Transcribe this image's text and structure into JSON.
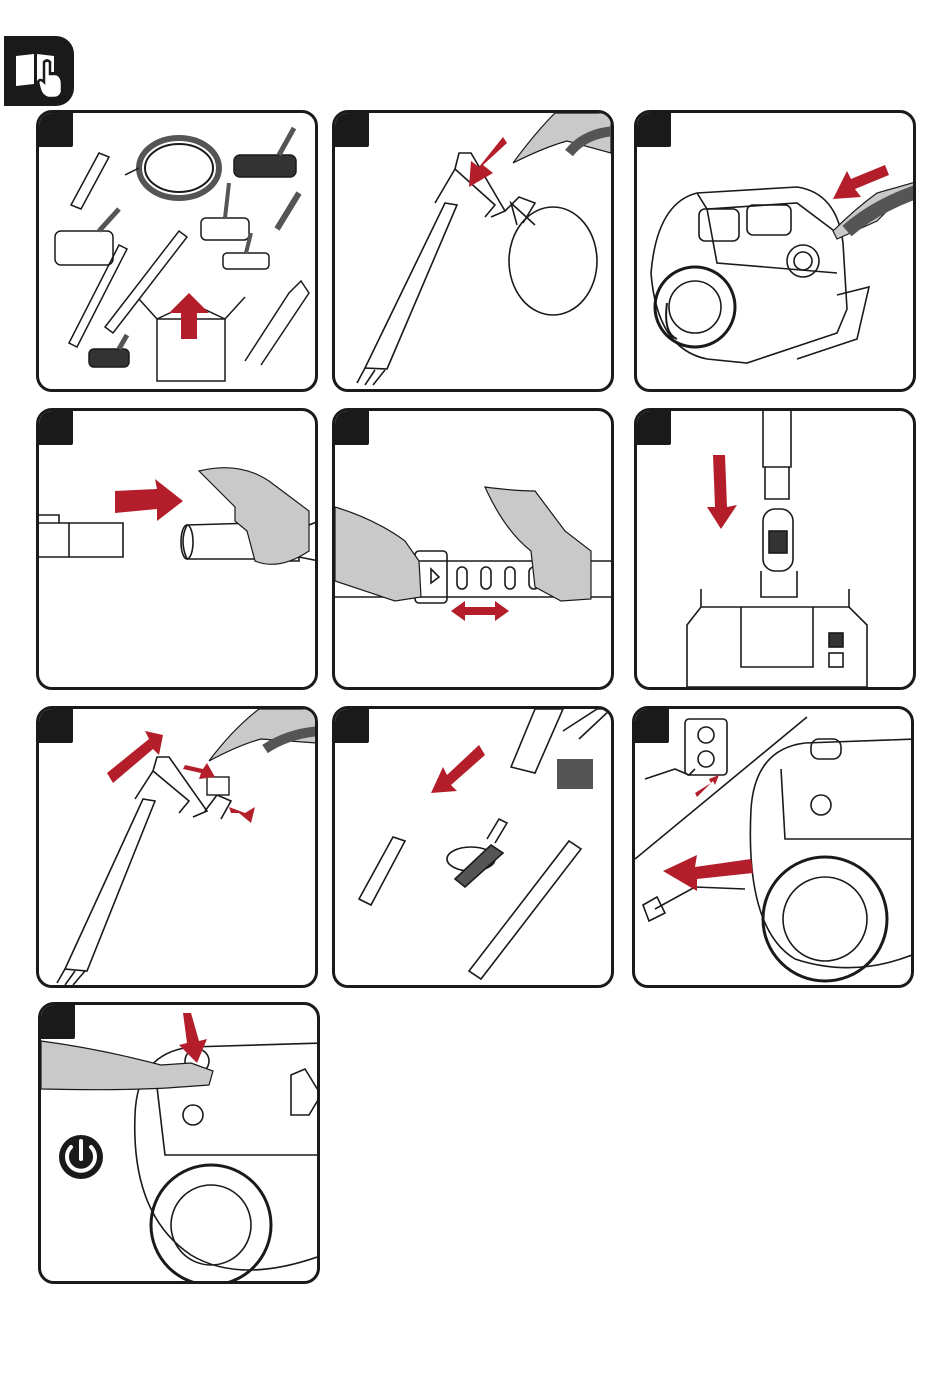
{
  "colors": {
    "accent_red": "#b31e2a",
    "outline": "#1a1a1a",
    "hand": "#c9c9c9",
    "line": "#8a8a8a"
  },
  "header": {
    "icon": "manual-read-hand-icon"
  },
  "steps": [
    {
      "id": 1,
      "illustration": "unpack-accessories-box"
    },
    {
      "id": 2,
      "illustration": "attach-hose-to-handle"
    },
    {
      "id": 3,
      "illustration": "insert-hose-into-vacuum"
    },
    {
      "id": 4,
      "illustration": "connect-tube-sections"
    },
    {
      "id": 5,
      "illustration": "adjust-telescopic-tube"
    },
    {
      "id": 6,
      "illustration": "fit-tube-to-floor-head"
    },
    {
      "id": 7,
      "illustration": "detach-hose-from-handle"
    },
    {
      "id": 8,
      "illustration": "change-accessory-nozzle"
    },
    {
      "id": 9,
      "illustration": "plug-in-power-cord"
    },
    {
      "id": 10,
      "illustration": "press-power-button",
      "icon": "power-icon"
    }
  ]
}
